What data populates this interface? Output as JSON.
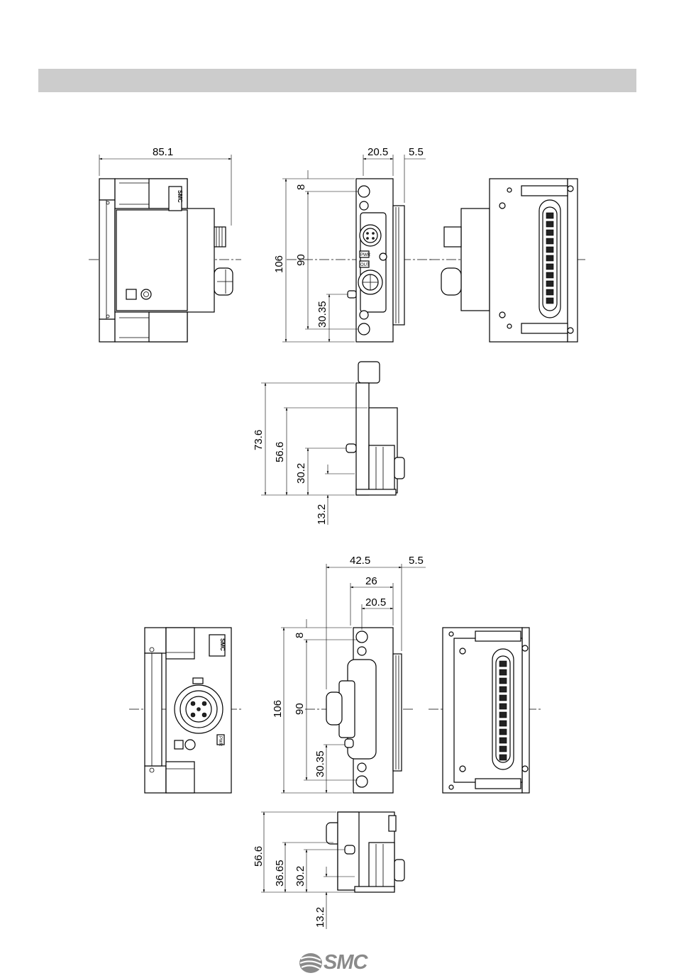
{
  "brand": {
    "name": "SMC",
    "color": "#8a8a8a"
  },
  "header_band_color": "#cccccc",
  "device_labels": {
    "smc": "SMC",
    "pwr": "PWR",
    "out": "OUT"
  },
  "top_group": {
    "front_width": "85.1",
    "side_depth": "20.5",
    "side_offset": "5.5",
    "height_total": "106",
    "height_pitch": "90",
    "top_margin": "8",
    "connector_height": "30.35",
    "bottom_height_total": "73.6",
    "bottom_height_mid": "56.6",
    "bottom_height_low": "30.2",
    "bottom_height_base": "13.2"
  },
  "bottom_group": {
    "side_depth_total": "42.5",
    "side_offset": "5.5",
    "side_depth_mid": "26",
    "side_depth_inner": "20.5",
    "height_total": "106",
    "height_pitch": "90",
    "top_margin": "8",
    "connector_height": "30.35",
    "bottom_height_total": "56.6",
    "bottom_height_mid": "36.65",
    "bottom_height_low": "30.2",
    "bottom_height_base": "13.2"
  }
}
